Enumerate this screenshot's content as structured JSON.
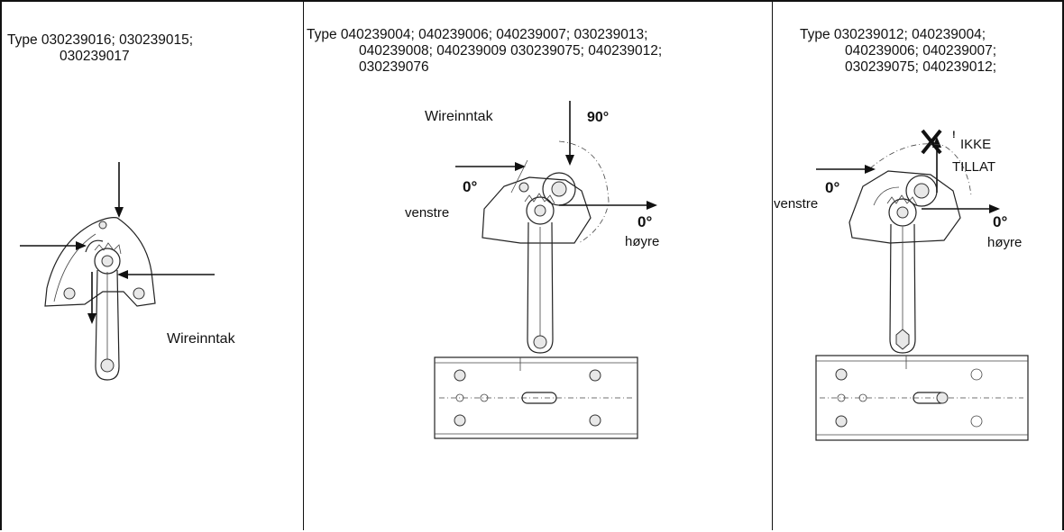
{
  "panels": [
    {
      "type_lines": [
        "Type 030239016; 030239015;",
        "030239017"
      ],
      "labels": {
        "wire_inlet": "Wireinntak"
      }
    },
    {
      "type_lines": [
        "Type 040239004; 040239006; 040239007; 030239013;",
        "040239008; 040239009 030239075; 040239012;",
        "030239076"
      ],
      "labels": {
        "wire_inlet": "Wireinntak",
        "angle_top": "90°",
        "angle_left": "0°",
        "left": "venstre",
        "angle_right": "0°",
        "right": "høyre"
      }
    },
    {
      "type_lines": [
        "Type 030239012; 040239004;",
        "040239006; 040239007;",
        "030239075; 040239012;"
      ],
      "labels": {
        "not_allowed_1": "IKKE",
        "not_allowed_2": "TILLAT",
        "angle_left": "0°",
        "left": "venstre",
        "angle_right": "0°",
        "right": "høyre"
      }
    }
  ]
}
